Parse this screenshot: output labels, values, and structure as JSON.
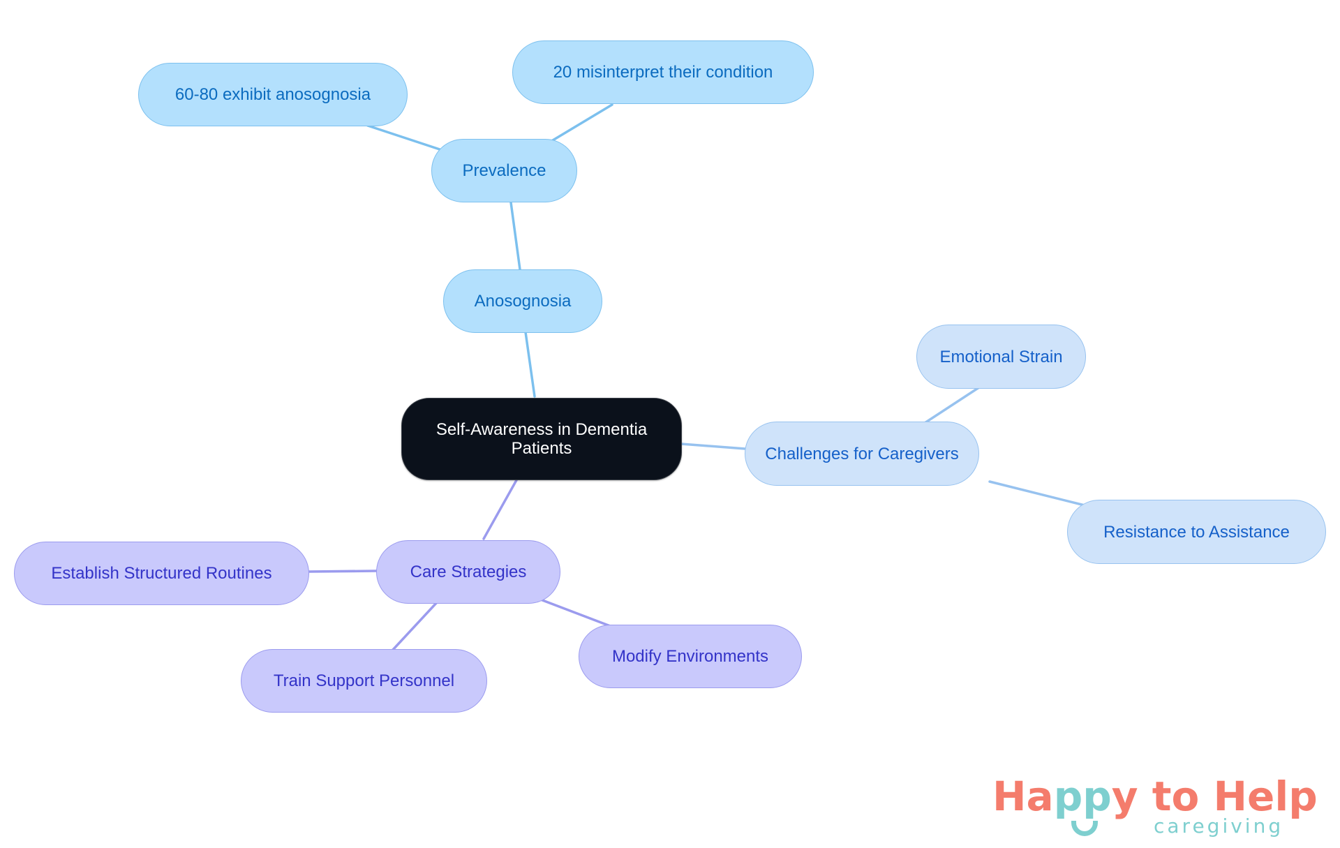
{
  "diagram": {
    "type": "mindmap",
    "root": {
      "id": "root",
      "label": "Self-Awareness in Dementia Patients",
      "label_lines": [
        "Self-Awareness in Dementia",
        "Patients"
      ]
    },
    "branches": [
      {
        "id": "anosognosia",
        "label": "Anosognosia",
        "color_group": "blue",
        "children": [
          {
            "id": "prevalence",
            "label": "Prevalence",
            "children": [
              {
                "id": "sixty-eighty",
                "label": "60-80 exhibit anosognosia"
              },
              {
                "id": "twenty",
                "label": "20 misinterpret their condition"
              }
            ]
          }
        ]
      },
      {
        "id": "challenges",
        "label": "Challenges for Caregivers",
        "color_group": "pale",
        "children": [
          {
            "id": "emotional",
            "label": "Emotional Strain"
          },
          {
            "id": "resistance",
            "label": "Resistance to Assistance"
          }
        ]
      },
      {
        "id": "care",
        "label": "Care Strategies",
        "color_group": "purple",
        "children": [
          {
            "id": "routines",
            "label": "Establish Structured Routines"
          },
          {
            "id": "train",
            "label": "Train Support Personnel"
          },
          {
            "id": "modify",
            "label": "Modify Environments"
          }
        ]
      }
    ]
  },
  "nodes": {
    "root_line1": "Self-Awareness in Dementia",
    "root_line2": "Patients",
    "anosognosia": "Anosognosia",
    "prevalence": "Prevalence",
    "sixty_eighty": "60-80 exhibit anosognosia",
    "twenty": "20 misinterpret their condition",
    "challenges": "Challenges for Caregivers",
    "emotional": "Emotional Strain",
    "resistance": "Resistance to Assistance",
    "care": "Care Strategies",
    "routines": "Establish Structured Routines",
    "train": "Train Support Personnel",
    "modify": "Modify Environments"
  },
  "colors": {
    "root_fill": "#0b111b",
    "blue_fill": "#b3e0fd",
    "blue_text": "#0b6bbf",
    "blue_edge": "#7cc0ee",
    "pale_fill": "#cfe3fa",
    "pale_text": "#1560c9",
    "pale_edge": "#97c2ef",
    "purple_fill": "#c9c9fc",
    "purple_text": "#3333c8",
    "purple_edge": "#9b9bee",
    "logo_coral": "#f47c6c",
    "logo_teal": "#7ecfcf"
  },
  "logo": {
    "part1": "Ha",
    "part2": "pp",
    "part3": "y to Help",
    "subtitle": "caregiving"
  }
}
